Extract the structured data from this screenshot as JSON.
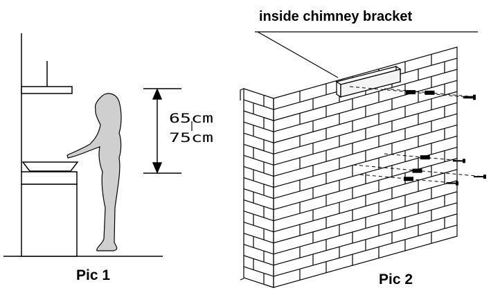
{
  "labels": {
    "bracket_callout": "inside chimney bracket",
    "pic1": "Pic 1",
    "pic2": "Pic 2",
    "height_min": "65cm",
    "height_max": "75cm"
  },
  "colors": {
    "line": "#000000",
    "person_fill": "#cfcfcf",
    "background": "#ffffff"
  }
}
